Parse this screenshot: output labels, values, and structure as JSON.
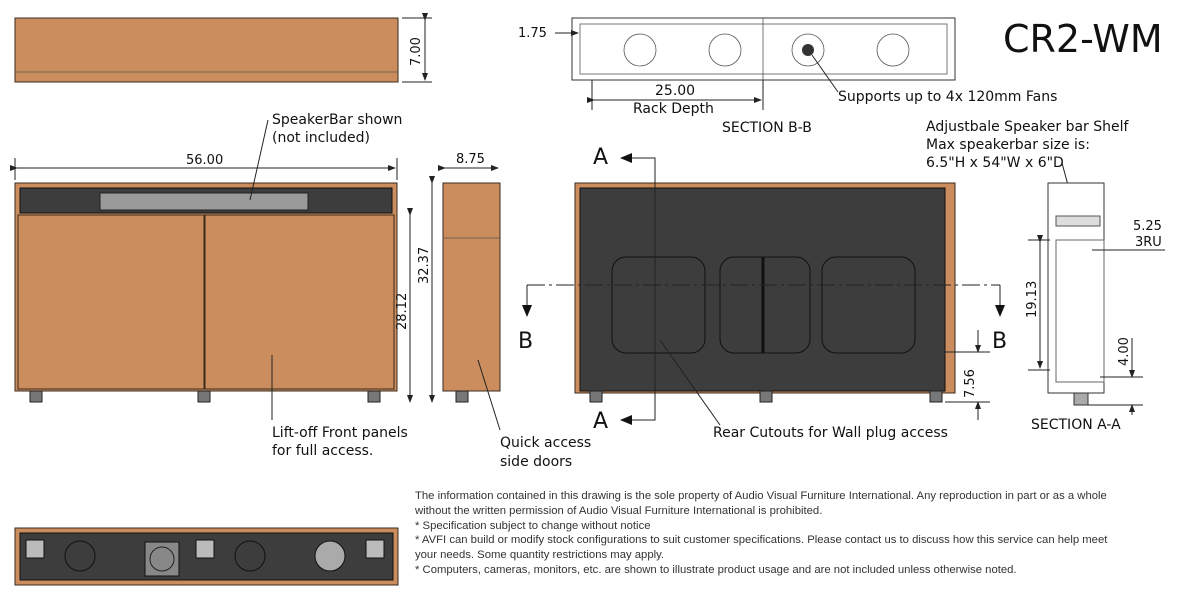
{
  "title": "CR2-WM",
  "dimensions": {
    "top_height": "7.00",
    "width": "56.00",
    "depth": "8.75",
    "inner_height": "28.12",
    "overall_height": "32.37",
    "b_section_offset": "1.75",
    "rack_depth_value": "25.00",
    "rack_depth_label": "Rack Depth",
    "cutline_height": "7.56",
    "shelf_ru_value": "5.25",
    "shelf_ru_label": "3RU",
    "rack_height": "19.13",
    "bottom_offset": "4.00"
  },
  "section_labels": {
    "a": "A",
    "b": "B",
    "section_bb": "SECTION B-B",
    "section_aa": "SECTION A-A"
  },
  "callouts": {
    "speakerbar": [
      "SpeakerBar shown",
      "(not included)"
    ],
    "front_panels": [
      "Lift-off Front panels",
      "for full access."
    ],
    "side_doors": [
      "Quick access",
      "side doors"
    ],
    "rear_cutouts": "Rear Cutouts for Wall plug access",
    "fans": "Supports up to 4x 120mm Fans",
    "shelf": [
      "Adjustbale Speaker bar Shelf",
      "Max speakerbar size is:",
      "6.5\"H x 54\"W x 6\"D"
    ]
  },
  "disclaimer": [
    "The information contained in this drawing is the sole property of Audio Visual Furniture International. Any reproduction in part or as a whole",
    "without the written permission of Audio Visual Furniture International is prohibited.",
    "* Specification subject to change without notice",
    "* AVFI can build or modify stock configurations to suit customer specifications. Please contact us to discuss how this service can help meet",
    "your needs. Some quantity restrictions may apply.",
    "* Computers, cameras, monitors, etc. are shown to illustrate product usage and are not included unless otherwise noted."
  ],
  "colors": {
    "wood": "#cc8d5e",
    "panel": "#3d3d3d"
  }
}
